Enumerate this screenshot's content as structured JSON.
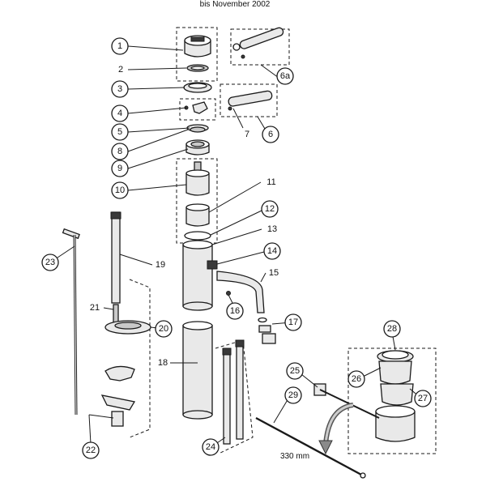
{
  "notes": {
    "top": "bis November 2002",
    "length": "330 mm"
  },
  "callouts": {
    "c1": "1",
    "c2": "2",
    "c3": "3",
    "c4": "4",
    "c5": "5",
    "c6": "6",
    "c6a": "6a",
    "c7": "7",
    "c8": "8",
    "c9": "9",
    "c10": "10",
    "c11": "11",
    "c12": "12",
    "c13": "13",
    "c14": "14",
    "c15": "15",
    "c16": "16",
    "c17": "17",
    "c18": "18",
    "c19": "19",
    "c20": "20",
    "c21": "21",
    "c22": "22",
    "c23": "23",
    "c24": "24",
    "c25": "25",
    "c26": "26",
    "c27": "27",
    "c28": "28",
    "c29": "29"
  }
}
